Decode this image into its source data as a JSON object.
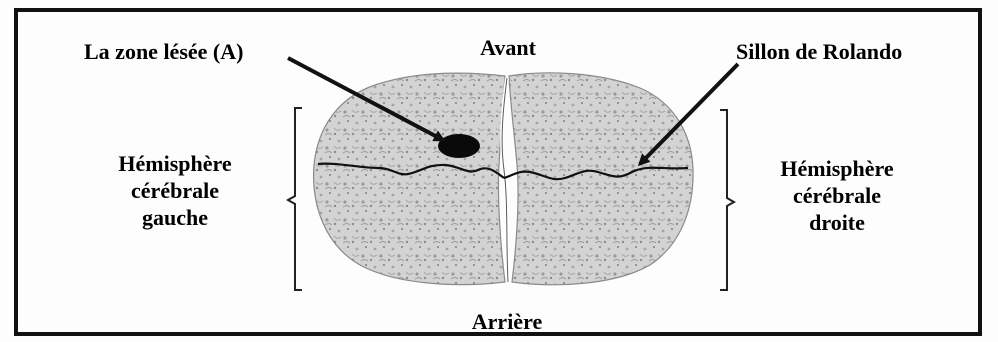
{
  "labels": {
    "lesion": "La zone lésée (A)",
    "front": "Avant",
    "rolando": "Sillon de Rolando",
    "back": "Arrière",
    "left_hemisphere": [
      "Hémisphère",
      "cérébrale",
      "gauche"
    ],
    "right_hemisphere": [
      "Hémisphère",
      "cérébrale",
      "droite"
    ]
  },
  "colors": {
    "brain_fill": "#cfcfcf",
    "ink": "#111111"
  }
}
